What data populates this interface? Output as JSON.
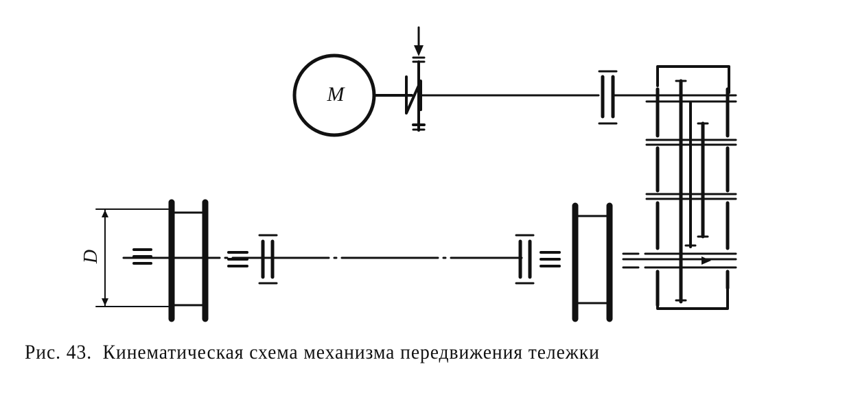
{
  "diagram": {
    "motor_label": "M",
    "diameter_label": "D",
    "caption": {
      "figure_number": "Рис. 43.",
      "title": "Кинематическая схема механизма передвижения тележки"
    }
  }
}
